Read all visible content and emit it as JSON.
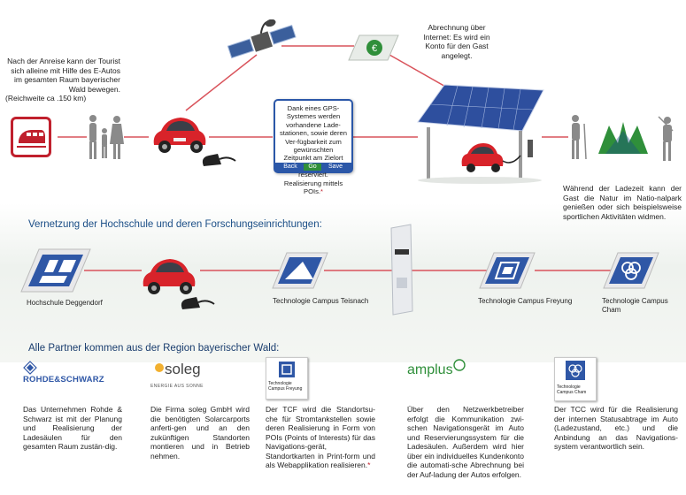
{
  "top": {
    "tourist_text": "Nach der Anreise kann der Tourist sich alleine mit Hilfe des E-Autos im gesamten Raum bayerischer Wald bewegen.",
    "range_text": "(Reichweite ca .150 km)",
    "billing_text": "Abrechnung über Internet: Es wird ein Konto für den Gast angelegt.",
    "gps_text": "Dank eines GPS-Systemes werden vorhandene Lade-stationen, sowie deren Ver-fügbarkeit zum gewünschten Zeitpunkt am Zielort auf-gezeigt und ggf. reserviert. Realisierung mittels POIs.",
    "gps_star": "*",
    "gps_buttons": [
      "Back",
      "Go",
      "Save"
    ],
    "nature_text": "Während der Ladezeit kann der Gast die Natur im Natio-nalpark genießen oder sich beispielsweise sportlichen Aktivitäten widmen."
  },
  "network": {
    "heading": "Vernetzung der Hochschule und deren Forschungseinrichtungen:",
    "labels": [
      "Hochschule Deggendorf",
      "Technologie Campus Teisnach",
      "Technologie Campus Freyung",
      "Technologie Campus Cham"
    ]
  },
  "partners": {
    "heading": "Alle Partner kommen aus der Region bayerischer Wald:",
    "logos": {
      "rohde": "ROHDE&SCHWARZ",
      "soleg": "soleg",
      "soleg_tag": "ENERGIE AUS SONNE",
      "tcf_label": "Technologie Campus Freyung",
      "amplus": "amplus",
      "tcc_label": "Technologie Campus Cham"
    },
    "texts": [
      "Das Unternehmen Rohde & Schwarz ist mit der Planung und Realisierung der Ladesäulen für den gesamten Raum zustän-dig.",
      "Die Firma soleg GmbH wird die benötigten Solarcarports anferti-gen und an den zukünftigen Standorten montieren und in Betrieb nehmen.",
      "Der TCF wird die Standortsu-che für Stromtankstellen sowie deren Realisierung in Form von POIs (Points of Interests) für das Navigations-gerät, Standortkarten in Print-form und als Webapplikation realisieren.",
      "Über den Netzwerkbetreiber erfolgt die Kommunikation zwi-schen Navigationsgerät im Auto und Reservierungssystem für die Ladesäulen. Außerdem wird hier über ein individuelles Kundenkonto die automati-sche Abrechnung bei der Auf-ladung der Autos erfolgen.",
      "Der TCC wird für die Realisierung der internen Statusabtrage im Auto (Ladezustand, etc.) und die Anbindung an das Navigations-system verantwortlich sein."
    ],
    "tcf_star": "*"
  },
  "colors": {
    "red_line": "#d9535b",
    "blue": "#2b57a8",
    "heading_blue": "#1a4e86",
    "tile_blue": "#2f57a6",
    "car_red": "#d8232a",
    "green": "#2f8f3a"
  }
}
